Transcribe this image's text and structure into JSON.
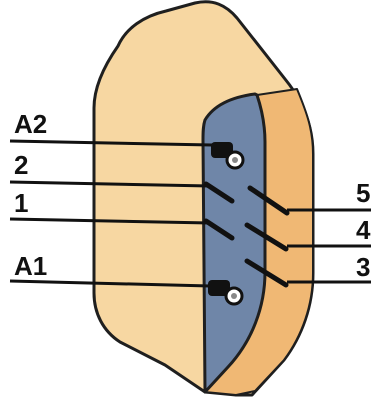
{
  "labels": {
    "left": [
      "A2",
      "2",
      "1",
      "A1"
    ],
    "right": [
      "5",
      "4",
      "3"
    ]
  },
  "colors": {
    "housing": "#f7d7a2",
    "housing_side": "#f0b874",
    "face": "#6f86a8",
    "outline": "#1f1f1f",
    "pin": "#111111"
  }
}
